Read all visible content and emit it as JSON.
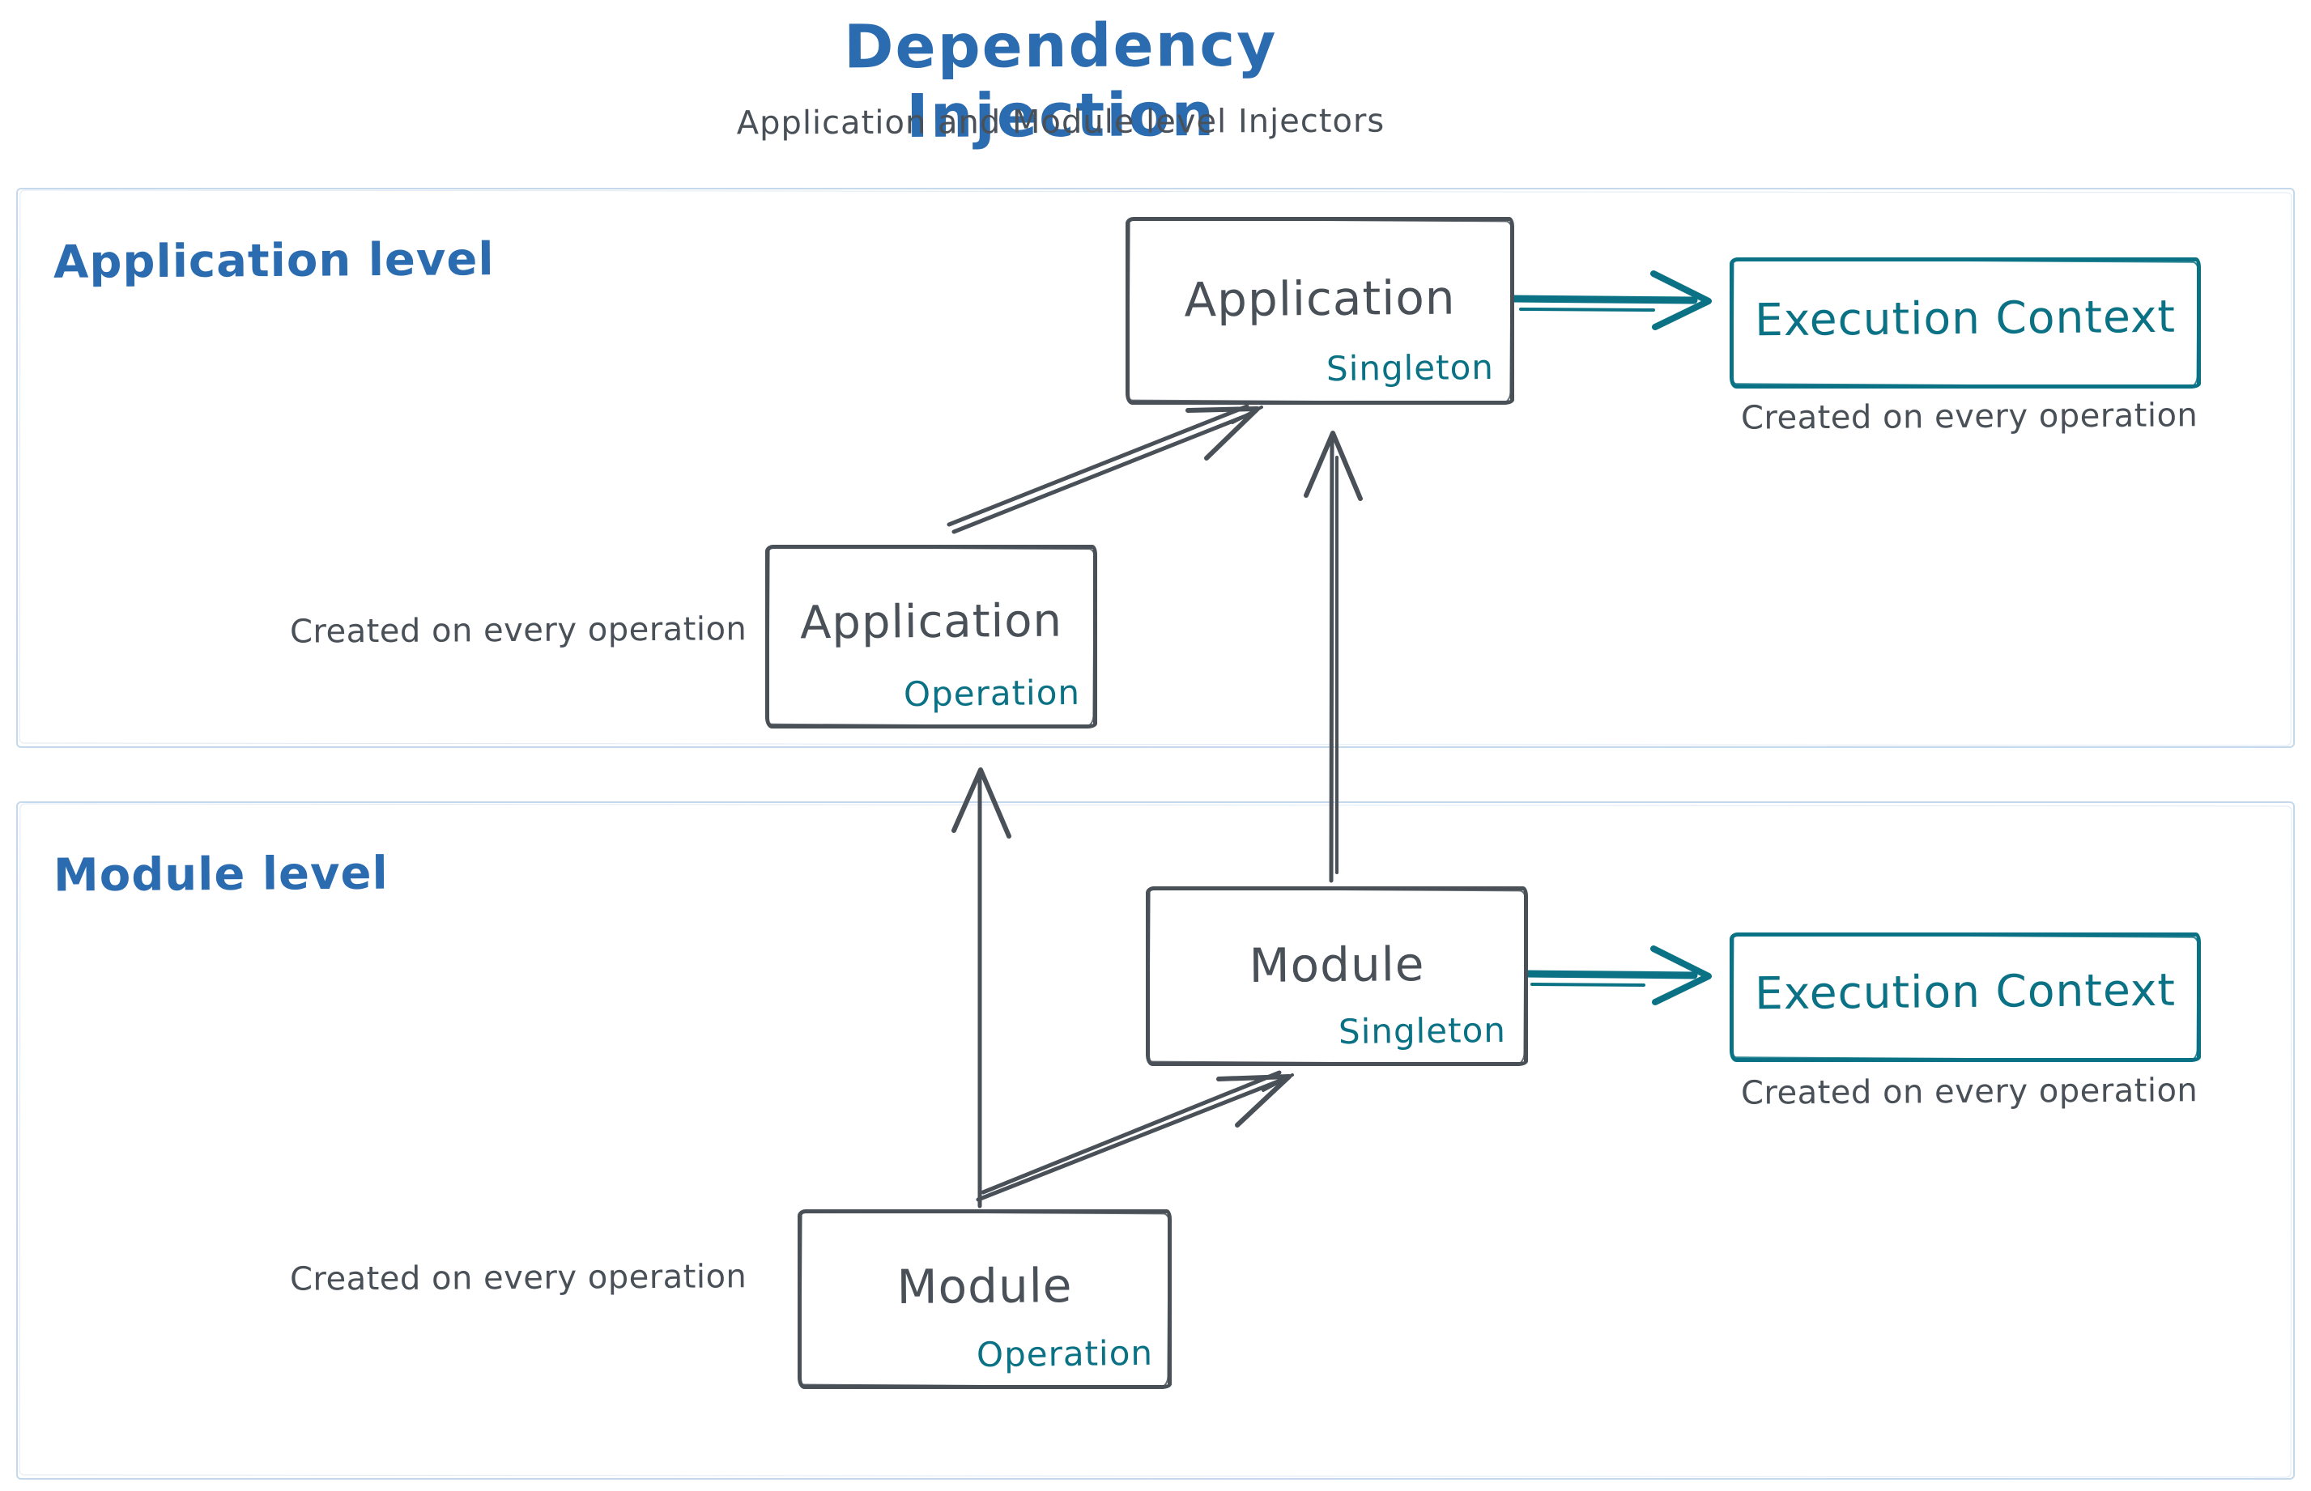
{
  "title": "Dependency Injection",
  "subtitle": "Application and Module level Injectors",
  "palette": {
    "heading_blue": "#2b6cb0",
    "ink_slate": "#495057",
    "accent_teal": "#0b7285",
    "section_border_blue": "#c6d8ec"
  },
  "sections": {
    "application": {
      "label": "Application level"
    },
    "module": {
      "label": "Module level"
    }
  },
  "boxes": {
    "app_singleton": {
      "title": "Application",
      "badge": "Singleton"
    },
    "app_operation": {
      "title": "Application",
      "badge": "Operation"
    },
    "app_execution_context": {
      "title": "Execution Context"
    },
    "module_singleton": {
      "title": "Module",
      "badge": "Singleton"
    },
    "module_operation": {
      "title": "Module",
      "badge": "Operation"
    },
    "module_execution_context": {
      "title": "Execution Context"
    }
  },
  "captions": {
    "app_execution_context": "Created on every operation",
    "app_operation": "Created on every operation",
    "module_execution_context": "Created on every operation",
    "module_operation": "Created on every operation"
  }
}
